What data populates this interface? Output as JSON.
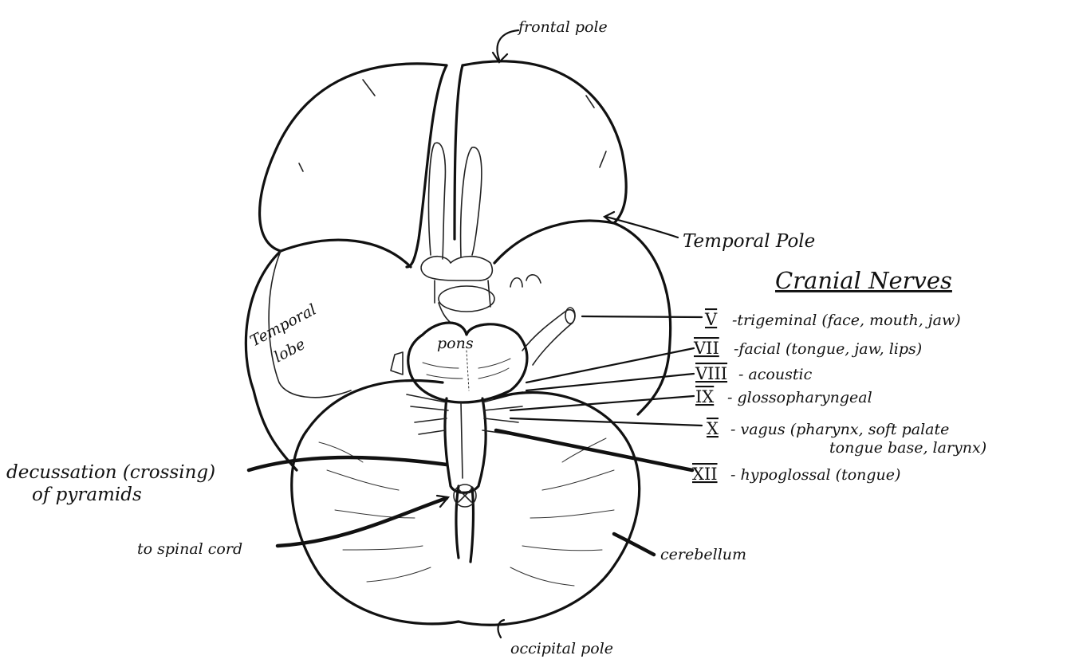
{
  "labels": {
    "frontal_pole": "frontal pole",
    "temporal_pole": "Temporal Pole",
    "temporal_lobe_line1": "Temporal",
    "temporal_lobe_line2": "lobe",
    "pons": "pons",
    "decussation_line1": "decussation (crossing)",
    "decussation_line2": "of pyramids",
    "spinal_cord": "to spinal cord",
    "cerebellum": "cerebellum",
    "occipital_pole": "occipital pole"
  },
  "cranial_nerves": {
    "title": "Cranial Nerves",
    "items": [
      {
        "numeral": "V",
        "text": "-trigeminal (face, mouth, jaw)"
      },
      {
        "numeral": "VII",
        "text": "-facial (tongue, jaw, lips)"
      },
      {
        "numeral": "VIII",
        "text": "- acoustic"
      },
      {
        "numeral": "IX",
        "text": "- glossopharyngeal"
      },
      {
        "numeral": "X",
        "text": "- vagus (pharynx, soft palate",
        "text2": "tongue base, larynx)"
      },
      {
        "numeral": "XII",
        "text": "- hypoglossal (tongue)"
      }
    ]
  },
  "colors": {
    "ink": "#111111",
    "paper": "#ffffff"
  }
}
